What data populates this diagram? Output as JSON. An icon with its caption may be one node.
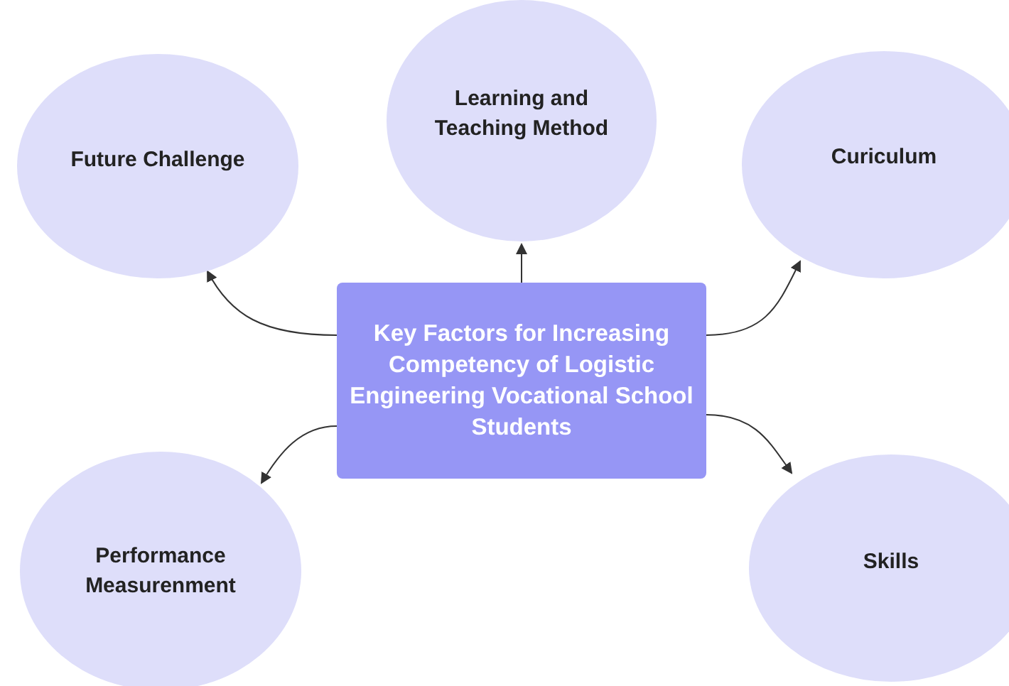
{
  "diagram": {
    "nodes": [
      {
        "text": [
          "Future Challenge"
        ]
      },
      {
        "text": [
          "Learning and Teaching Method"
        ]
      },
      {
        "text": [
          "Curiculum"
        ]
      },
      {
        "text": [
          "Key Factors for Increasing Competency of Logistic Engineering Vocational School Students"
        ]
      },
      {
        "text": [
          "Performance Measurenment"
        ]
      },
      {
        "text": [
          "Skills"
        ]
      }
    ],
    "edges": [
      {
        "from": 3,
        "to": 0,
        "arrow": "to"
      },
      {
        "from": 3,
        "to": 1,
        "arrow": "to"
      },
      {
        "from": 3,
        "to": 2,
        "arrow": "to"
      },
      {
        "from": 3,
        "to": 4,
        "arrow": "to"
      },
      {
        "from": 3,
        "to": 5,
        "arrow": "to"
      }
    ]
  }
}
